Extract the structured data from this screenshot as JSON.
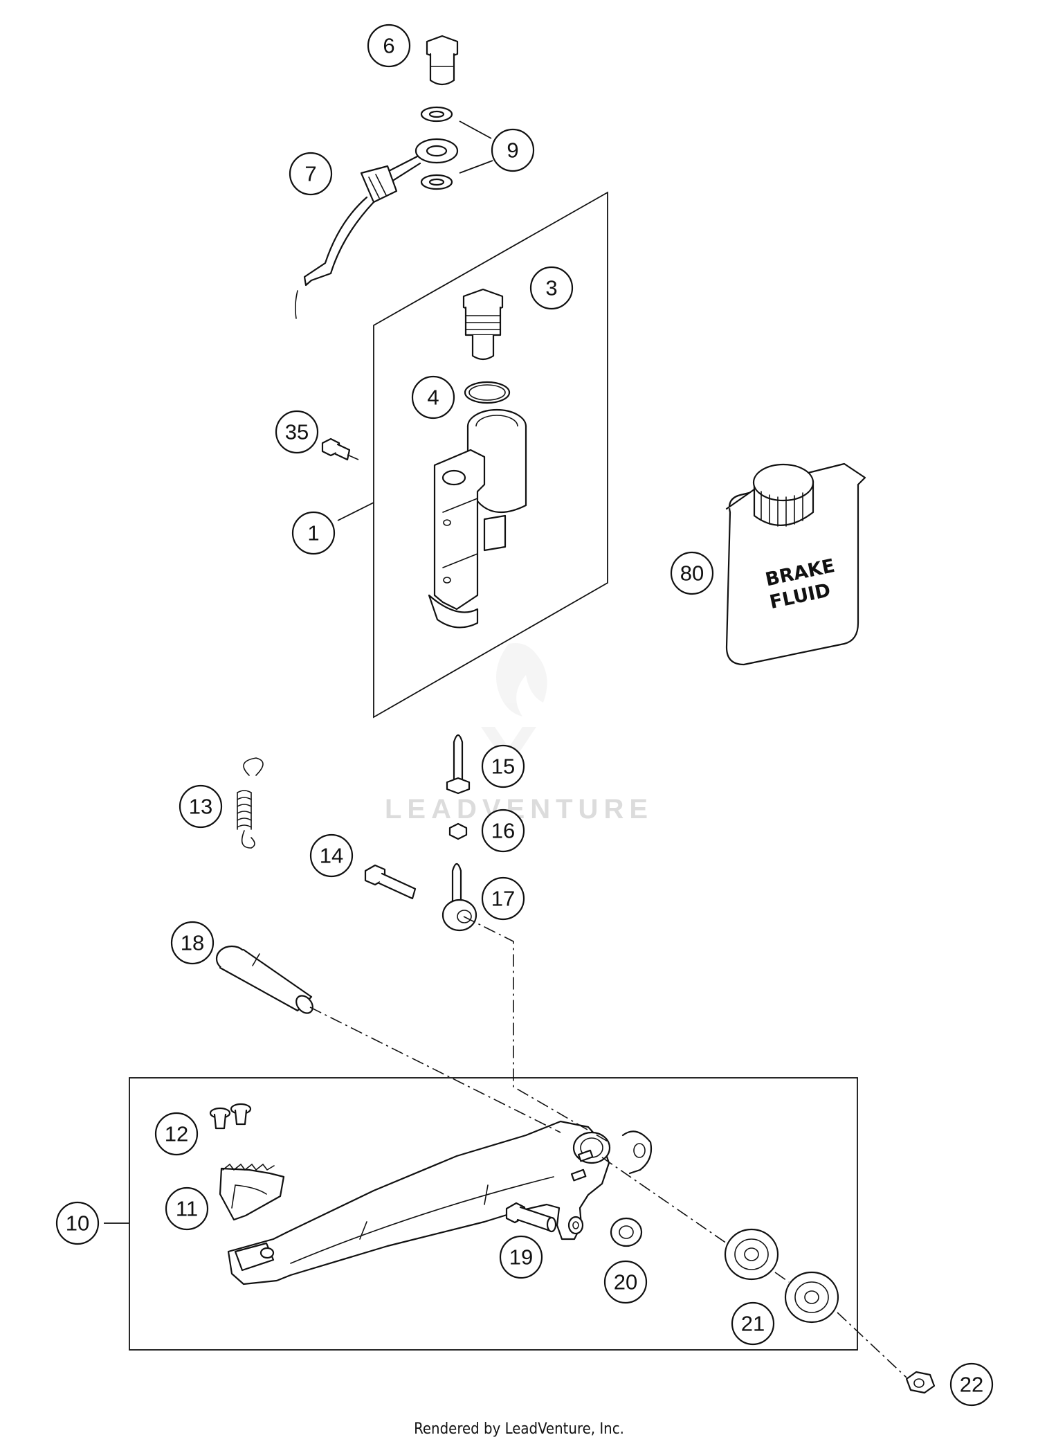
{
  "diagram": {
    "callouts": [
      {
        "id": "c1",
        "label": "1"
      },
      {
        "id": "c3",
        "label": "3"
      },
      {
        "id": "c4",
        "label": "4"
      },
      {
        "id": "c6",
        "label": "6"
      },
      {
        "id": "c7",
        "label": "7"
      },
      {
        "id": "c9",
        "label": "9"
      },
      {
        "id": "c10",
        "label": "10"
      },
      {
        "id": "c11",
        "label": "11"
      },
      {
        "id": "c12",
        "label": "12"
      },
      {
        "id": "c13",
        "label": "13"
      },
      {
        "id": "c14",
        "label": "14"
      },
      {
        "id": "c15",
        "label": "15"
      },
      {
        "id": "c16",
        "label": "16"
      },
      {
        "id": "c17",
        "label": "17"
      },
      {
        "id": "c18",
        "label": "18"
      },
      {
        "id": "c19",
        "label": "19"
      },
      {
        "id": "c20",
        "label": "20"
      },
      {
        "id": "c21",
        "label": "21"
      },
      {
        "id": "c22",
        "label": "22"
      },
      {
        "id": "c35",
        "label": "35"
      },
      {
        "id": "c80",
        "label": "80"
      }
    ],
    "can_label_line1": "BRAKE",
    "can_label_line2": "FLUID",
    "watermark": "LEADVENTURE",
    "footer": "Rendered by LeadVenture, Inc."
  }
}
